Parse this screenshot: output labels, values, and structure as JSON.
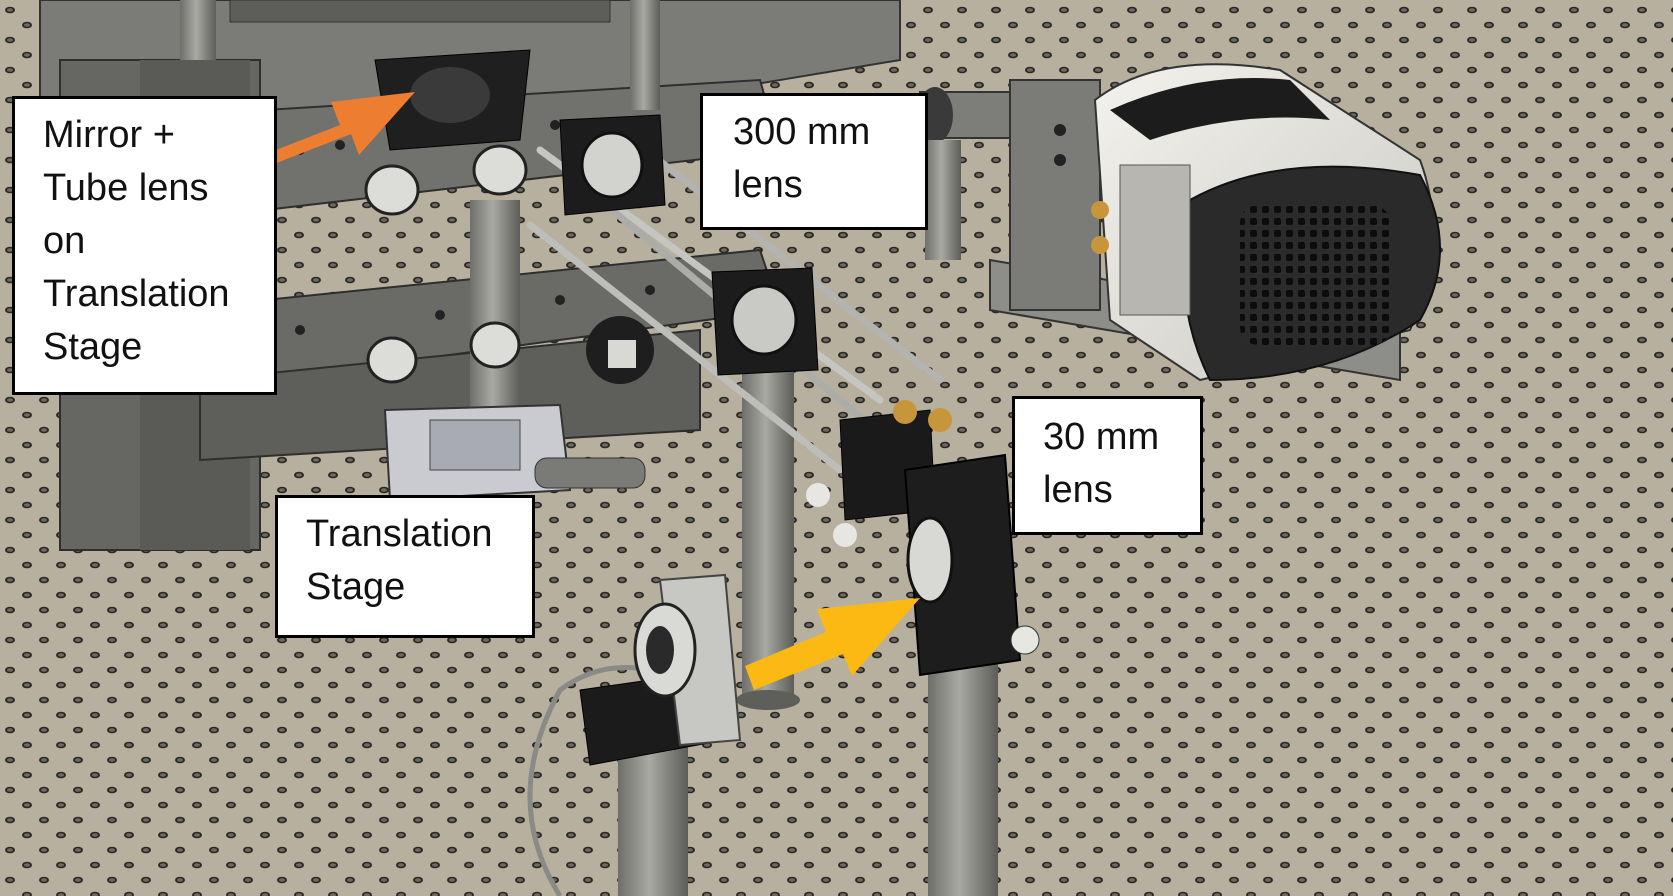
{
  "callouts": {
    "mirror_tube_lens": {
      "lines": [
        "Mirror +",
        "Tube lens",
        "on",
        "Translation",
        "Stage"
      ]
    },
    "lens_300": {
      "lines": [
        "300 mm",
        "lens"
      ]
    },
    "lens_30": {
      "lines": [
        "30 mm",
        "lens"
      ]
    },
    "translation_stage": {
      "lines": [
        "Translation",
        "Stage"
      ]
    }
  },
  "colors": {
    "table_surface": "#b8b09e",
    "table_hole": "#2a2824",
    "frame_metal": "#6b6b68",
    "anodized_black": "#1f1f1f",
    "post_steel": "#8a8a86",
    "camera_body": "#e6e4de",
    "arrow_orange": "#ed7d31",
    "arrow_yellow": "#fdb913",
    "brass": "#c8963a"
  },
  "icons": [
    "optical-table",
    "cage-system",
    "camera",
    "rotation-mount",
    "translation-stage",
    "arrow"
  ]
}
